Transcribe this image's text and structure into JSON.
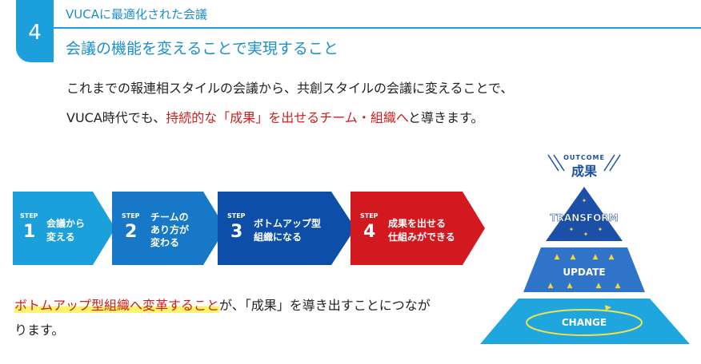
{
  "header": {
    "number": "4",
    "subtitle": "VUCAに最適化された会議",
    "title": "会議の機能を変えることで実現すること"
  },
  "intro": {
    "line1": "これまでの報連相スタイルの会議から、共創スタイルの会議に変えることで、",
    "line2_prefix": "VUCA時代でも、",
    "line2_highlight": "持続的な「成果」を出せるチーム・組織へ",
    "line2_suffix": "と導きます。"
  },
  "steps": [
    {
      "tag": "STEP",
      "number": "1",
      "text_l1": "会議から",
      "text_l2": "変える",
      "text_l3": ""
    },
    {
      "tag": "STEP",
      "number": "2",
      "text_l1": "チームの",
      "text_l2": "あり方が",
      "text_l3": "変わる"
    },
    {
      "tag": "STEP",
      "number": "3",
      "text_l1": "ボトムアップ型",
      "text_l2": "組織になる",
      "text_l3": ""
    },
    {
      "tag": "STEP",
      "number": "4",
      "text_l1": "成果を出せる",
      "text_l2": "仕組みができる",
      "text_l3": ""
    }
  ],
  "step_colors": [
    "#1ba0dc",
    "#1878c8",
    "#0d4ea8",
    "#d31920"
  ],
  "conclusion": {
    "highlight": "ボトムアップ型組織へ変革すること",
    "rest_line1": "が、「成果」を導き出すことにつなが",
    "line2": "ります。"
  },
  "pyramid": {
    "outcome_label": "OUTCOME",
    "outcome_value": "成果",
    "top_label": "TRANSFORM",
    "middle_label": "UPDATE",
    "bottom_label": "CHANGE",
    "colors": {
      "top": "#1b4fa8",
      "middle": "#2f74c8",
      "bottom": "#1fa6de"
    }
  }
}
